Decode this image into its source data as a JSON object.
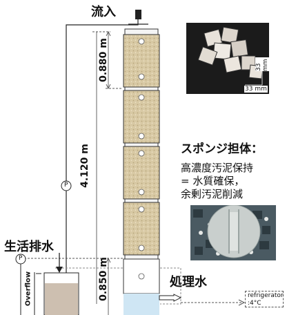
{
  "labels": {
    "inflow": "流入",
    "domestic_sewage": "生活排水",
    "treated_water": "処理水",
    "sponge_title": "スポンジ担体：",
    "sponge_desc_1": "高濃度汚泥保持",
    "sponge_desc_2": "= 水質確保，",
    "sponge_desc_3": "余剰汚泥削減"
  },
  "dimensions": {
    "segment_height": "0.880 m",
    "total_height": "4.120 m",
    "bottom_height": "0.850 m",
    "carrier_height": "33 mm",
    "carrier_width": "33 mm"
  },
  "small_labels": {
    "pump": "P",
    "overflow": "Overflow",
    "refrigerator_line1": "refrigerator",
    "refrigerator_line2": ":4°C"
  },
  "colors": {
    "packing": "#d8c9a4",
    "sewage_water": "#cdbfb0",
    "treated_water": "#cfe6f4",
    "line": "#222222"
  }
}
